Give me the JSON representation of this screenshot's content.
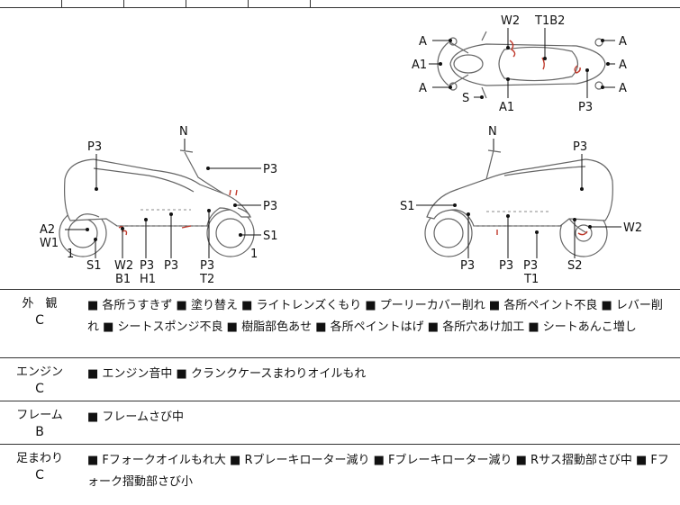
{
  "diagram_labels": {
    "top": {
      "w2": "W2",
      "t1b2": "T1B2",
      "a_l1": "A",
      "a_l2": "A1",
      "a_l3": "A",
      "s": "S",
      "a1_mid": "A1",
      "p3": "P3",
      "a_r1": "A",
      "a_r2": "A",
      "a_r3": "A"
    },
    "left": {
      "n": "N",
      "p3_a": "P3",
      "p3_b": "P3",
      "p3_c": "P3",
      "a2": "A2",
      "w1": "W1",
      "one_a": "1",
      "s1_r": "S1",
      "one_b": "1",
      "s1_b": "S1",
      "w2_b": "W2",
      "b1": "B1",
      "p3_d": "P3",
      "h1": "H1",
      "p3_e": "P3",
      "p3_f": "P3",
      "t2": "T2"
    },
    "right": {
      "n": "N",
      "p3_a": "P3",
      "s1": "S1",
      "w2": "W2",
      "p3_b": "P3",
      "p3_c": "P3",
      "p3_d": "P3",
      "t1": "T1",
      "s2": "S2"
    }
  },
  "sections": [
    {
      "category": "外　観",
      "grade": "C",
      "description": "■ 各所うすきず ■ 塗り替え ■ ライトレンズくもり ■ プーリーカバー削れ ■ 各所ペイント不良 ■ レバー削れ ■ シートスポンジ不良 ■ 樹脂部色あせ ■ 各所ペイントはげ ■ 各所穴あけ加工 ■ シートあんこ増し"
    },
    {
      "category": "エンジン",
      "grade": "C",
      "description": "■ エンジン音中 ■ クランクケースまわりオイルもれ"
    },
    {
      "category": "フレーム",
      "grade": "B",
      "description": "■ フレームさび中"
    },
    {
      "category": "足まわり",
      "grade": "C",
      "description": "■ Fフォークオイルもれ大 ■ Rブレーキローター減り ■ Fブレーキローター減り ■ Rサス摺動部さび中 ■ Fフォーク摺動部さび小"
    }
  ]
}
